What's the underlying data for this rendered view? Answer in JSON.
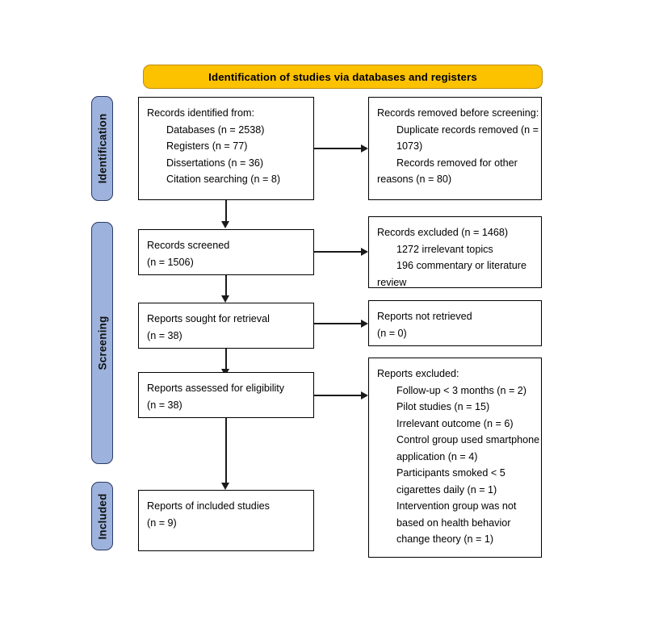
{
  "header": {
    "title": "Identification of studies via databases and registers",
    "background_color": "#fcc200"
  },
  "stages": [
    {
      "key": "identification",
      "label": "Identification",
      "color": "#9db3dd"
    },
    {
      "key": "screening",
      "label": "Screening",
      "color": "#9db3dd"
    },
    {
      "key": "included",
      "label": "Included",
      "color": "#9db3dd"
    }
  ],
  "boxes": {
    "records_identified": {
      "name": "records-identified-box",
      "lines": [
        {
          "text": "Records identified from:",
          "indent": false
        },
        {
          "text": "Databases (n = 2538)",
          "indent": true
        },
        {
          "text": "Registers (n = 77)",
          "indent": true
        },
        {
          "text": "Dissertations (n = 36)",
          "indent": true
        },
        {
          "text": "Citation searching (n = 8)",
          "indent": true
        }
      ]
    },
    "records_removed": {
      "name": "records-removed-box",
      "lines": [
        {
          "text": "Records removed before screening:",
          "indent": false
        },
        {
          "text": "Duplicate records removed (n =",
          "indent": true
        },
        {
          "text": "1073)",
          "indent": true
        },
        {
          "text": "Records removed for other",
          "indent": true
        },
        {
          "text": "reasons (n = 80)",
          "indent": false
        }
      ]
    },
    "records_screened": {
      "name": "records-screened-box",
      "lines": [
        {
          "text": "Records screened",
          "indent": false
        },
        {
          "text": "(n = 1506)",
          "indent": false
        }
      ]
    },
    "records_excluded": {
      "name": "records-excluded-box",
      "lines": [
        {
          "text": "Records excluded (n = 1468)",
          "indent": false
        },
        {
          "text": "1272 irrelevant topics",
          "indent": true
        },
        {
          "text": "196 commentary or literature",
          "indent": true
        },
        {
          "text": "review",
          "indent": false
        }
      ]
    },
    "reports_sought": {
      "name": "reports-sought-box",
      "lines": [
        {
          "text": "Reports sought for retrieval",
          "indent": false
        },
        {
          "text": "(n = 38)",
          "indent": false
        }
      ]
    },
    "reports_not_retrieved": {
      "name": "reports-not-retrieved-box",
      "lines": [
        {
          "text": "Reports not retrieved",
          "indent": false
        },
        {
          "text": "(n = 0)",
          "indent": false
        }
      ]
    },
    "reports_assessed": {
      "name": "reports-assessed-box",
      "lines": [
        {
          "text": "Reports assessed for eligibility",
          "indent": false
        },
        {
          "text": "(n = 38)",
          "indent": false
        }
      ]
    },
    "reports_excluded": {
      "name": "reports-excluded-box",
      "lines": [
        {
          "text": "Reports excluded:",
          "indent": false
        },
        {
          "text": "Follow-up < 3 months (n = 2)",
          "indent": true
        },
        {
          "text": "Pilot studies (n = 15)",
          "indent": true
        },
        {
          "text": "Irrelevant outcome (n = 6)",
          "indent": true
        },
        {
          "text": "Control group used smartphone",
          "indent": true
        },
        {
          "text": "application (n = 4)",
          "indent": true
        },
        {
          "text": "Participants smoked < 5",
          "indent": true
        },
        {
          "text": "cigarettes daily (n = 1)",
          "indent": true
        },
        {
          "text": "Intervention group was not",
          "indent": true
        },
        {
          "text": "based on health behavior",
          "indent": true
        },
        {
          "text": "change theory (n = 1)",
          "indent": true
        }
      ]
    },
    "reports_included": {
      "name": "reports-included-box",
      "lines": [
        {
          "text": "Reports of included studies",
          "indent": false
        },
        {
          "text": "(n = 9)",
          "indent": false
        }
      ]
    }
  }
}
